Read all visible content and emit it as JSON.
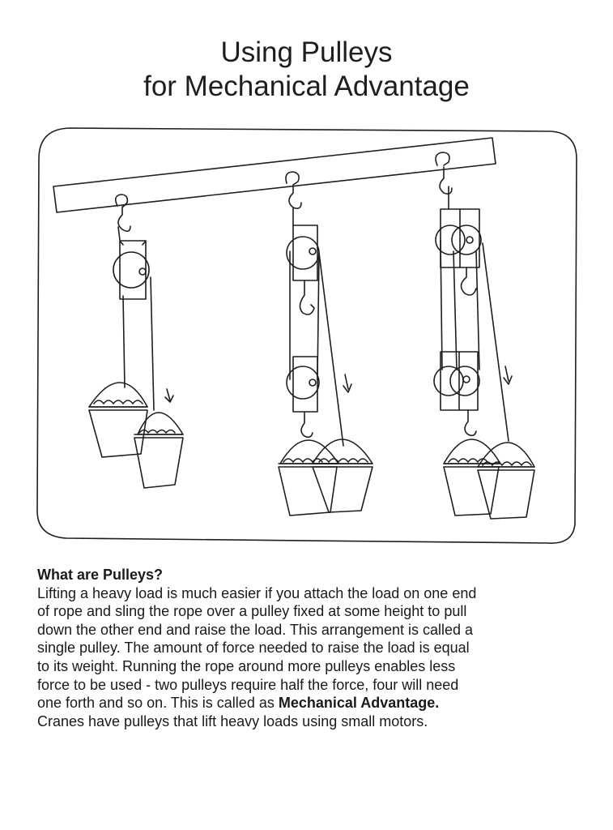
{
  "title": {
    "line1": "Using Pulleys",
    "line2": "for Mechanical Advantage"
  },
  "section": {
    "heading": "What are Pulleys?",
    "body_lines": [
      "Lifting a heavy load is much easier if you attach the load on one end",
      "of rope and sling the rope over a pulley fixed at some height to pull",
      "down the other end and raise the load. This arrangement is called a",
      "single pulley. The amount of force needed to raise the load is equal",
      "to its weight. Running the rope around more pulleys enables less",
      "force to be used - two pulleys require half the force, four will need"
    ],
    "line7_pre": "one forth and so on. This is called as ",
    "line7_bold": "Mechanical Advantage.",
    "line8": "Cranes have pulleys that lift heavy loads using small motors."
  },
  "figure": {
    "ink_color": "#1e1e1e",
    "systems": [
      "single pulley",
      "two pulleys",
      "four pulleys"
    ]
  }
}
